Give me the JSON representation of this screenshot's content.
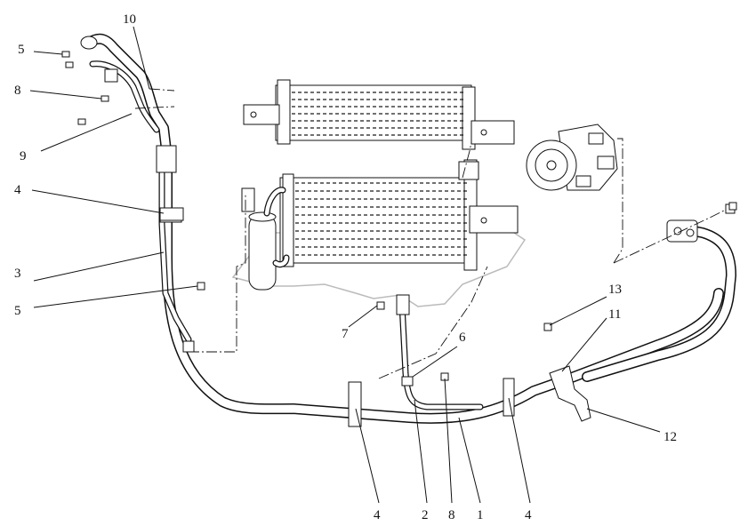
{
  "callouts": [
    {
      "label": "10"
    },
    {
      "label": "5"
    },
    {
      "label": "8"
    },
    {
      "label": "9"
    },
    {
      "label": "4"
    },
    {
      "label": "3"
    },
    {
      "label": "5"
    },
    {
      "label": "7"
    },
    {
      "label": "6"
    },
    {
      "label": "13"
    },
    {
      "label": "11"
    },
    {
      "label": "12"
    },
    {
      "label": "4"
    },
    {
      "label": "2"
    },
    {
      "label": "8"
    },
    {
      "label": "1"
    },
    {
      "label": "4"
    }
  ],
  "colors": {
    "line": "#111111",
    "background": "#ffffff",
    "watermark": "#bbbbbb"
  }
}
